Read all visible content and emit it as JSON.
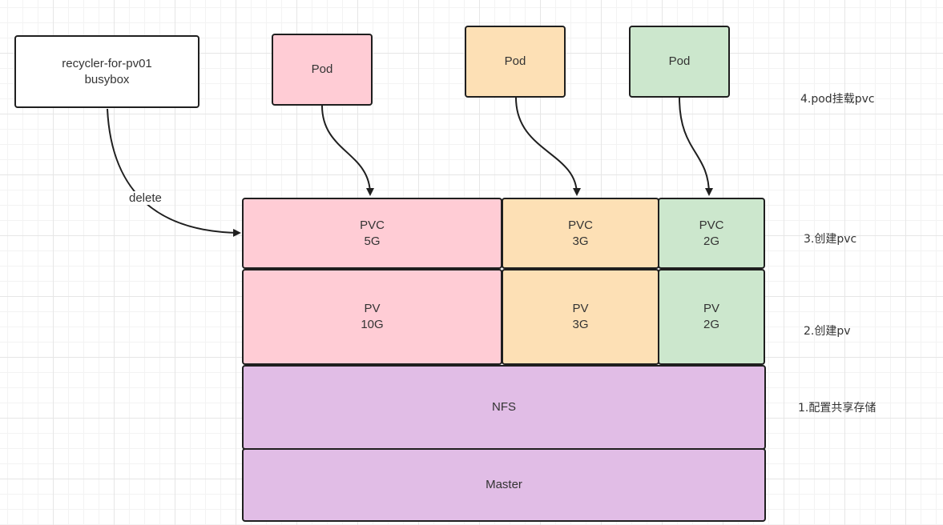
{
  "colors": {
    "recycler": "#ffffff",
    "pod5g": "#ffccd5",
    "pod3g": "#fde0b5",
    "pod2g": "#cce7cd",
    "pvc5g": "#ffccd5",
    "pvc3g": "#fde0b5",
    "pvc2g": "#cce7cd",
    "nfs": "#e1bde6",
    "master": "#e1bde6",
    "stroke": "#1f1f1f"
  },
  "recycler": {
    "line1": "recycler-for-pv01",
    "line2": "busybox"
  },
  "pods": [
    {
      "label": "Pod"
    },
    {
      "label": "Pod"
    },
    {
      "label": "Pod"
    }
  ],
  "edge_label": "delete",
  "pvcs": [
    {
      "name": "PVC",
      "size": "5G"
    },
    {
      "name": "PVC",
      "size": "3G"
    },
    {
      "name": "PVC",
      "size": "2G"
    }
  ],
  "pvs": [
    {
      "name": "PV",
      "size": "10G"
    },
    {
      "name": "PV",
      "size": "3G"
    },
    {
      "name": "PV",
      "size": "2G"
    }
  ],
  "nfs": "NFS",
  "master": "Master",
  "steps": {
    "step4": "4.pod挂载pvc",
    "step3": "3.创建pvc",
    "step2": "2.创建pv",
    "step1": "1.配置共享存储"
  }
}
